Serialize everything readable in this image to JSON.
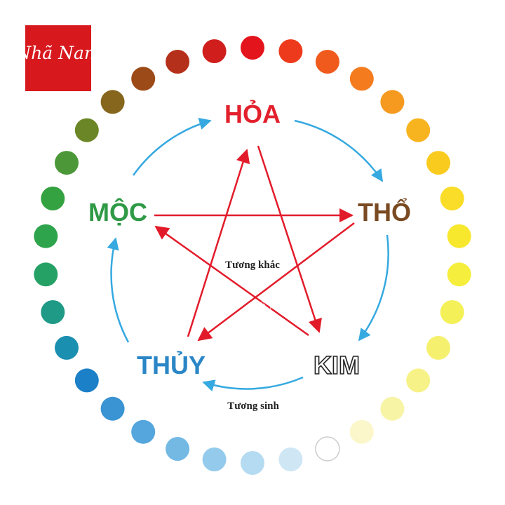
{
  "logo": {
    "text": "Nhã Nam",
    "color": "#d7191e"
  },
  "elements": [
    {
      "key": "hoa",
      "label": "HỎA",
      "color": "#e2202c"
    },
    {
      "key": "tho",
      "label": "THỔ",
      "color": "#7a4a22"
    },
    {
      "key": "kim",
      "label": "KIM",
      "color": "#222222"
    },
    {
      "key": "thuy",
      "label": "THỦY",
      "color": "#2a86c6"
    },
    {
      "key": "moc",
      "label": "MỘC",
      "color": "#2f9a46"
    }
  ],
  "relations": {
    "generating_label": "Tương sinh",
    "generating_color": "#35a9e0",
    "overcoming_label": "Tương khắc",
    "overcoming_color": "#e21b2a"
  },
  "watermark": "nhã nam",
  "color_wheel": [
    "#e4141c",
    "#ee3a1c",
    "#f05a1c",
    "#f47c1e",
    "#f69a1f",
    "#f8b41e",
    "#f9cb1f",
    "#f9dd28",
    "#f7e82e",
    "#f5ee3c",
    "#f4f058",
    "#f5f16e",
    "#f6f287",
    "#f7f4a6",
    "#fbf7ca",
    "#ffffff",
    "#cfe7f5",
    "#b5dbf2",
    "#94cbec",
    "#73b9e4",
    "#54a6dc",
    "#3a93d2",
    "#1c80c8",
    "#1a8fb0",
    "#1e9a86",
    "#26a166",
    "#2ea44c",
    "#34a240",
    "#4c9838",
    "#6b8626",
    "#86661c",
    "#9b4a18",
    "#b5301a",
    "#cf1e1c"
  ]
}
